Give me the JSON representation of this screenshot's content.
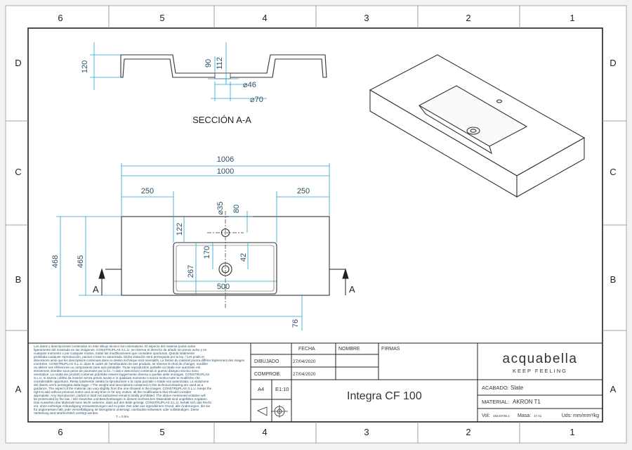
{
  "zones": {
    "columns": [
      "6",
      "5",
      "4",
      "3",
      "2",
      "1"
    ],
    "rows": [
      "D",
      "C",
      "B",
      "A"
    ]
  },
  "section": {
    "title": "SECCIÓN A-A",
    "dims": [
      "120",
      "90",
      "112",
      "46",
      "70"
    ]
  },
  "plan": {
    "dims": {
      "w1006": "1006",
      "w1000": "1000",
      "left250": "250",
      "right250": "250",
      "hole35": "35",
      "v80": "80",
      "v122": "122",
      "v170": "170",
      "v42": "42",
      "h468": "468",
      "h465": "465",
      "v267": "267",
      "w500": "500",
      "v76": "76"
    },
    "section_marks": [
      "A",
      "A"
    ]
  },
  "title_block": {
    "legal_text": [
      "Los datos y descripciones contenidos en este dibujo técnico son orientativos. El aspecto del material podrá variar",
      "ligeramente del mostrado en las imágenes. CONSTRUPLAS S.L.U. se reserva el derecho de añadir sin previo aviso y en",
      "cualquier momento o por cualquier motivo, todas las modificaciones que considere oportunas. Queda totalmente",
      "prohibida cualquier reproducción, parcial o total no autorizada. Dicha violación será perseguida por la ley. / Les poids et",
      "dimensions ainsi que les descriptions contenues dans ce dessin technique sont orientatifs. La finition du matériel pourra différer légèrement des images",
      "montrées. CONSTRUPLAS S.L.U. dans le cadre de l'amélioration de ses produits, se réserve le droit de changer, modifier",
      "ou altérer ses références ou composants sans avis préalable. Toute reproduction partielle  ou totale non autorisée est",
      "strictement interdite sous peine de poursuite par la loi. / I dati e descrizioni contenuti in questo disegno tecnico sono",
      "orientative. La realtà dei prodotti contenuti potrebbe essere leggermente diversa a quellas delle immagini. CONSTRUPLAS",
      "S.L.U. si riserva i diritto da inserire senza previo avviso e in qualsiasi momento o senza motivo tutte le modifiche che",
      "considerabile opportune. Resta totalmente vietata la riproduzione o la copia parziale o totale non autorizzata. La violazione",
      "del divieto verrà perseguita dalla legge. / The weight and descriptions contained in this technical drawing are used as a",
      "guidance. The aspect of the material can vary slightly from the one showed in the images. CONSTRUPLAS S.L.U. keeps the",
      "right to add without previous notice and at any time or for any motive, all the modifications that should consider",
      "appropiate. Any reproduction, partial or total not authorised remains totally prohibited. The above mentioned violation will",
      "be prosecuted by the law. / Die Gewichte und Beschreibungen in diesem technischen Datenblatt sind ungefähre Angaben.",
      "Das Aussehen des Materials kann leicht variieren, dass auf den Bilds gezeigt. CONSTRUPLAS S.L.U. behält sich das Recht",
      "vor, ohne vorherige Ankündigung Voraussetzungen und zu jeder Zeit oder aus irgendeinem Grund, alle Änderungen, die sie",
      "für angemessen hält, jede Vervielfältigung ist strengstens untersagt, unerlaubte teilweisen oder vollständigen. Diese",
      "Verletzung wird strafrechtlich verfolgt werden."
    ],
    "tolerance": "T = 0.5%",
    "headers": {
      "fecha": "FECHA",
      "nombre": "NOMBRE",
      "firmas": "FIRMAS"
    },
    "dibujado": {
      "label": "DIBUJADO",
      "date": "27/04/2020"
    },
    "comprob": {
      "label": "COMPROB.",
      "date": "27/04/2020"
    },
    "format": "A4",
    "scale": "E1:10",
    "product_name": "Integra CF 100",
    "brand": "acquabella",
    "tagline": "KEEP FEELING",
    "acabado": {
      "label": "ACABADO:",
      "value": "Slate"
    },
    "material": {
      "label": "MATERIAL:",
      "value": "AKRON T1"
    },
    "vol": {
      "label": "Vol:",
      "value": "19243735.1"
    },
    "masa": {
      "label": "Masa:",
      "value": "17.41"
    },
    "uds": "Uds: mm/mm³/kg"
  }
}
